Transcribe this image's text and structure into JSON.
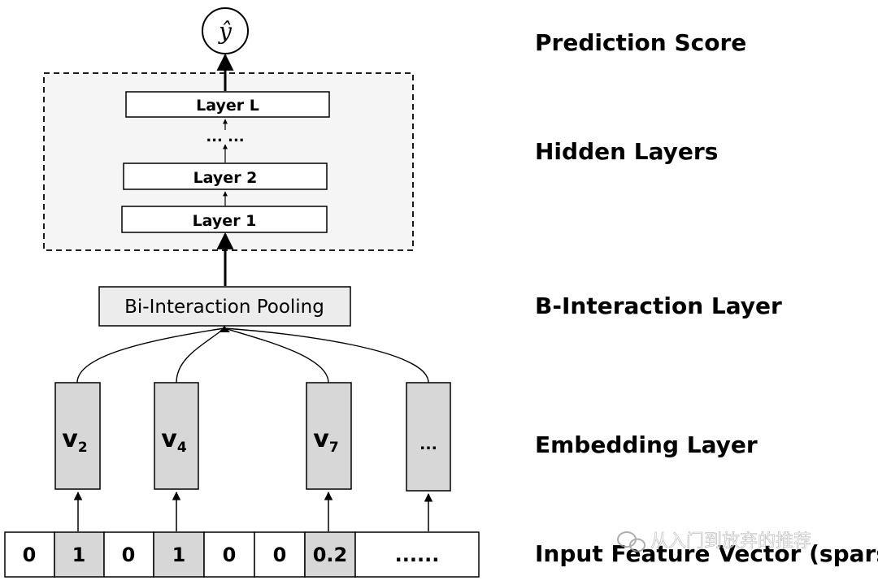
{
  "output": {
    "symbol": "ŷ"
  },
  "hidden": {
    "layers": [
      "Layer 1",
      "Layer 2",
      "Layer L"
    ],
    "dots": "... ..."
  },
  "pooling": {
    "label": "Bi-Interaction Pooling"
  },
  "embeddings": [
    {
      "main": "v",
      "sub": "2"
    },
    {
      "main": "v",
      "sub": "4"
    },
    {
      "main": "v",
      "sub": "7"
    },
    {
      "main": "...",
      "sub": ""
    }
  ],
  "input_cells": [
    {
      "value": "0",
      "active": false
    },
    {
      "value": "1",
      "active": true
    },
    {
      "value": "0",
      "active": false
    },
    {
      "value": "1",
      "active": true
    },
    {
      "value": "0",
      "active": false
    },
    {
      "value": "0",
      "active": false
    },
    {
      "value": "0.2",
      "active": true
    },
    {
      "value": "......",
      "active": false
    }
  ],
  "labels": {
    "prediction": "Prediction Score",
    "hidden": "Hidden Layers",
    "interaction": "B-Interaction Layer",
    "embedding": "Embedding Layer",
    "input": "Input Feature Vector (sparse)"
  },
  "watermark": "从入门到放弃的推荐",
  "colors": {
    "box_fill": "#ececec",
    "embedding_fill": "#d7d7d7",
    "active_cell_fill": "#d7d7d7",
    "stroke": "#000000"
  }
}
